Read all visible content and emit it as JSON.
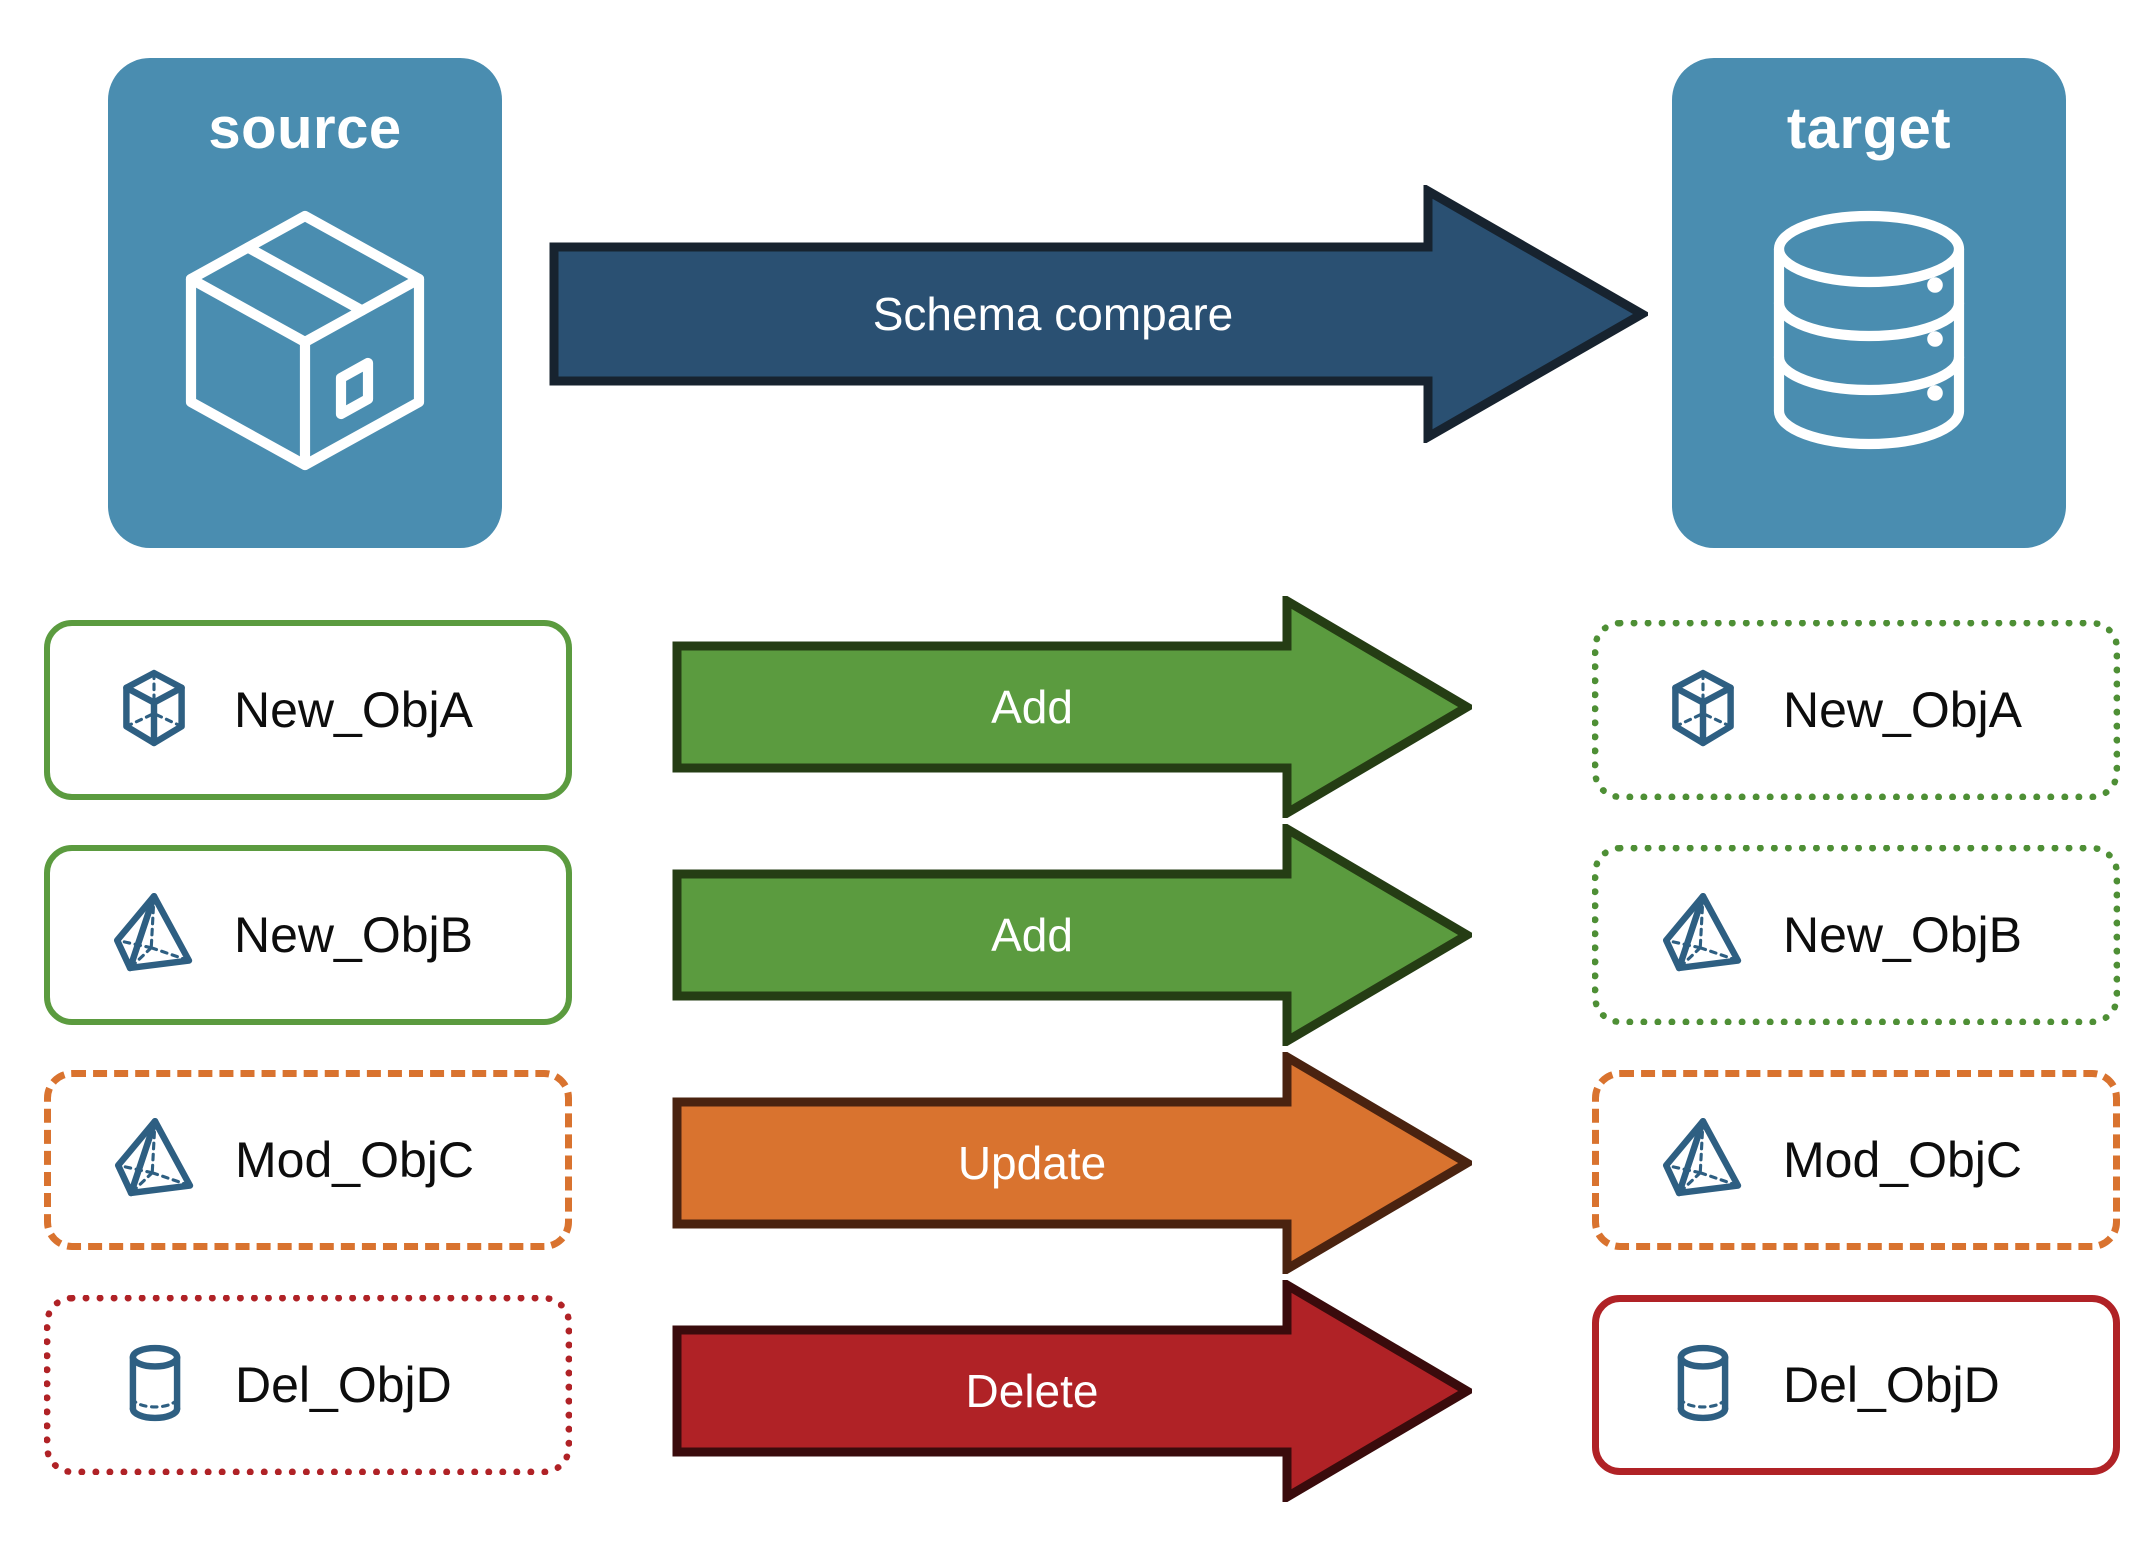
{
  "diagram": {
    "title_source": "source",
    "title_target": "target",
    "main_arrow_label": "Schema compare",
    "colors": {
      "panel_fill": "#4A8DB0",
      "main_arrow_fill": "#2A5072",
      "main_arrow_stroke": "#17232F",
      "add_fill": "#5B9B3F",
      "add_stroke": "#253D14",
      "update_fill": "#D9732F",
      "update_stroke": "#4A2310",
      "delete_fill": "#B02226",
      "delete_stroke": "#3A0B0C",
      "object_icon": "#2E5F82",
      "label_text": "#0D0D0D"
    },
    "icons": {
      "source_panel": "package-box-icon",
      "target_panel": "database-cylinder-icon"
    }
  },
  "rows": [
    {
      "action": "Add",
      "source_label": "New_ObjA",
      "target_label": "New_ObjA",
      "source_icon": "wireframe-cube-icon",
      "target_icon": "wireframe-cube-icon",
      "source_border": "green-solid",
      "target_border": "green-dotted",
      "arrow_color": "#5B9B3F"
    },
    {
      "action": "Add",
      "source_label": "New_ObjB",
      "target_label": "New_ObjB",
      "source_icon": "wireframe-pyramid-icon",
      "target_icon": "wireframe-pyramid-icon",
      "source_border": "green-solid",
      "target_border": "green-dotted",
      "arrow_color": "#5B9B3F"
    },
    {
      "action": "Update",
      "source_label": "Mod_ObjC",
      "target_label": "Mod_ObjC",
      "source_icon": "wireframe-pyramid-icon",
      "target_icon": "wireframe-pyramid-icon",
      "source_border": "orange-dashed",
      "target_border": "orange-dashed",
      "arrow_color": "#D9732F"
    },
    {
      "action": "Delete",
      "source_label": "Del_ObjD",
      "target_label": "Del_ObjD",
      "source_icon": "wireframe-cylinder-icon",
      "target_icon": "wireframe-cylinder-icon",
      "source_border": "red-dotted",
      "target_border": "red-solid",
      "arrow_color": "#B02226"
    }
  ]
}
